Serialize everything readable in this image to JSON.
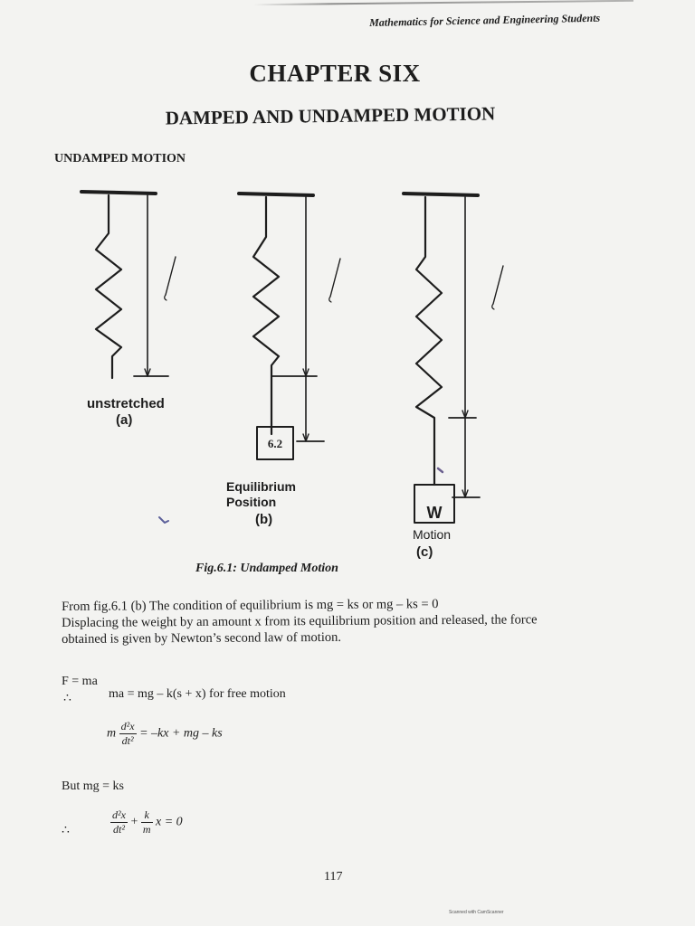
{
  "header": {
    "running_title": "Mathematics for Science and Engineering Students"
  },
  "chapter": {
    "title": "CHAPTER SIX",
    "subtitle": "DAMPED AND UNDAMPED MOTION"
  },
  "section": {
    "heading": "UNDAMPED MOTION"
  },
  "figure": {
    "panel_a": {
      "state": "unstretched",
      "letter": "(a)"
    },
    "panel_b": {
      "box_label": "6.2",
      "state_line1": "Equilibrium",
      "state_line2": "Position",
      "letter": "(b)"
    },
    "panel_c": {
      "box_label": "W",
      "state": "Motion",
      "letter": "(c)"
    },
    "caption": "Fig.6.1: Undamped Motion"
  },
  "body": {
    "para1_line1": "From fig.6.1 (b) The condition of equilibrium is mg = ks or mg – ks = 0",
    "para1_line2": "Displacing the weight by an amount x from its equilibrium position and released, the force",
    "para1_line3": "obtained is given by Newton’s second law of motion.",
    "eq1": "F = ma",
    "therefore": "∴",
    "eq2": "ma = mg – k(s + x) for free motion",
    "eq3_lhs": "m",
    "eq3_num": "d²x",
    "eq3_den": "dt²",
    "eq3_rhs": "= –kx + mg – ks",
    "but_line": "But mg = ks",
    "eq4_num": "d²x",
    "eq4_den": "dt²",
    "eq4_plus": "+",
    "eq4_knum": "k",
    "eq4_kden": "m",
    "eq4_rhs": "x = 0"
  },
  "footer": {
    "page_number": "117",
    "scanner_note": "Scanned with CamScanner"
  }
}
